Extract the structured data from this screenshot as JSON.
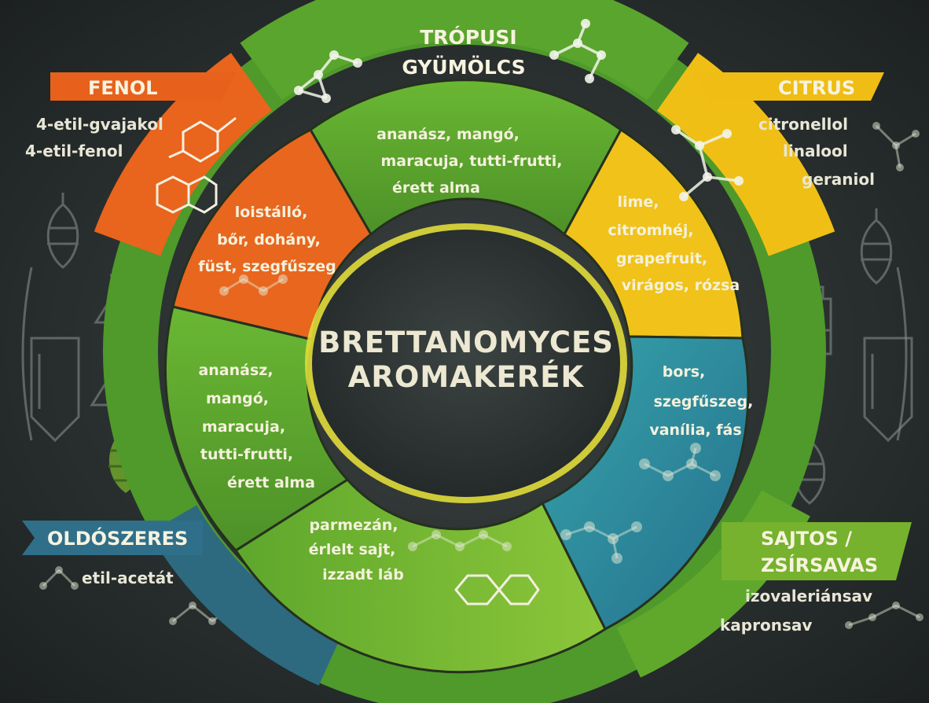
{
  "title": [
    "BRETTANOMYCES",
    "AROMAKERÉK"
  ],
  "outer_ring": {
    "top_label": [
      "TRÓPUSI",
      "GYÜMÖLCS"
    ]
  },
  "banners": {
    "fenol": {
      "label": "FENOL",
      "color": "#e8611c",
      "items": [
        "4-etil-gvajakol",
        "4-etil-fenol"
      ]
    },
    "citrus": {
      "label": "CITRUS",
      "color": "#efbd13",
      "items": [
        "citronellol",
        "linalool",
        "geraniol"
      ]
    },
    "oldoszeres": {
      "label": "OLDÓSZERES",
      "color": "#2f6f8a",
      "items": [
        "etil-acetát"
      ]
    },
    "sajtos": {
      "label": [
        "SAJTOS /",
        "ZSÍRSAVAS"
      ],
      "color": "#76b22d",
      "items": [
        "izovaleriánsav",
        "kapronsav"
      ]
    }
  },
  "segments": {
    "tropical_top": {
      "color": "#5fa82c",
      "lines": [
        "ananász, mangó,",
        "maracuja, tutti-frutti,",
        "érett alma"
      ]
    },
    "citrus": {
      "color": "#f1c21b",
      "lines": [
        "lime,",
        "citromhéj,",
        "grapefruit,",
        "virágos, rózsa"
      ]
    },
    "spice": {
      "color": "#2e8ea2",
      "lines": [
        "bors,",
        "szegfűszeg,",
        "vanília, fás"
      ]
    },
    "cheese": {
      "color": "#6fb22f",
      "lines": [
        "parmezán,",
        "érlelt sajt,",
        "izzadt láb"
      ]
    },
    "fruit_left": {
      "color": "#58a22e",
      "lines": [
        "ananász,",
        "mangó,",
        "maracuja,",
        "tutti-frutti,",
        "érett alma"
      ]
    },
    "phenol": {
      "color": "#e8641d",
      "lines": [
        "loistálló,",
        "bőr, dohány,",
        "füst, szegfűszeg"
      ]
    }
  },
  "icons": [
    "hop-icon",
    "flask-icon",
    "fermenter-icon",
    "molecule-icon",
    "benzene-ring-icon"
  ]
}
